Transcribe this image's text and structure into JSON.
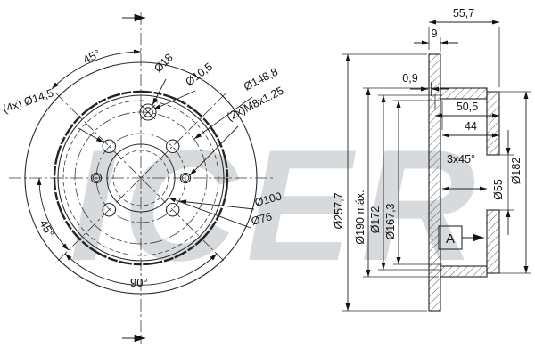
{
  "watermark": "ICER",
  "front_view": {
    "labels": {
      "lug_holes": "(4x) Ø14,5",
      "boss": "Ø18",
      "pin_hole": "Ø10,5",
      "locating_circle": "Ø148,8",
      "thread_holes": "(2x)M8x1.25",
      "bolt_circle": "Ø100",
      "center_bore": "Ø76",
      "angle_top_left": "45°",
      "angle_bottom_left": "45°",
      "angle_bottom": "90°"
    }
  },
  "section_view": {
    "labels": {
      "overall_width": "55,7",
      "disc_thickness": "9",
      "offset": "0,9",
      "depth_outer": "50,5",
      "depth_inner": "44",
      "chamfer": "3x45°",
      "outer_diameter": "Ø257,7",
      "drum_max_diameter": "Ø190 máx.",
      "drum_diameter_2": "Ø172",
      "drum_diameter_1": "Ø167,3",
      "center_bore": "Ø55",
      "hub_flange_diameter": "Ø182",
      "detail_marker": "A"
    }
  }
}
